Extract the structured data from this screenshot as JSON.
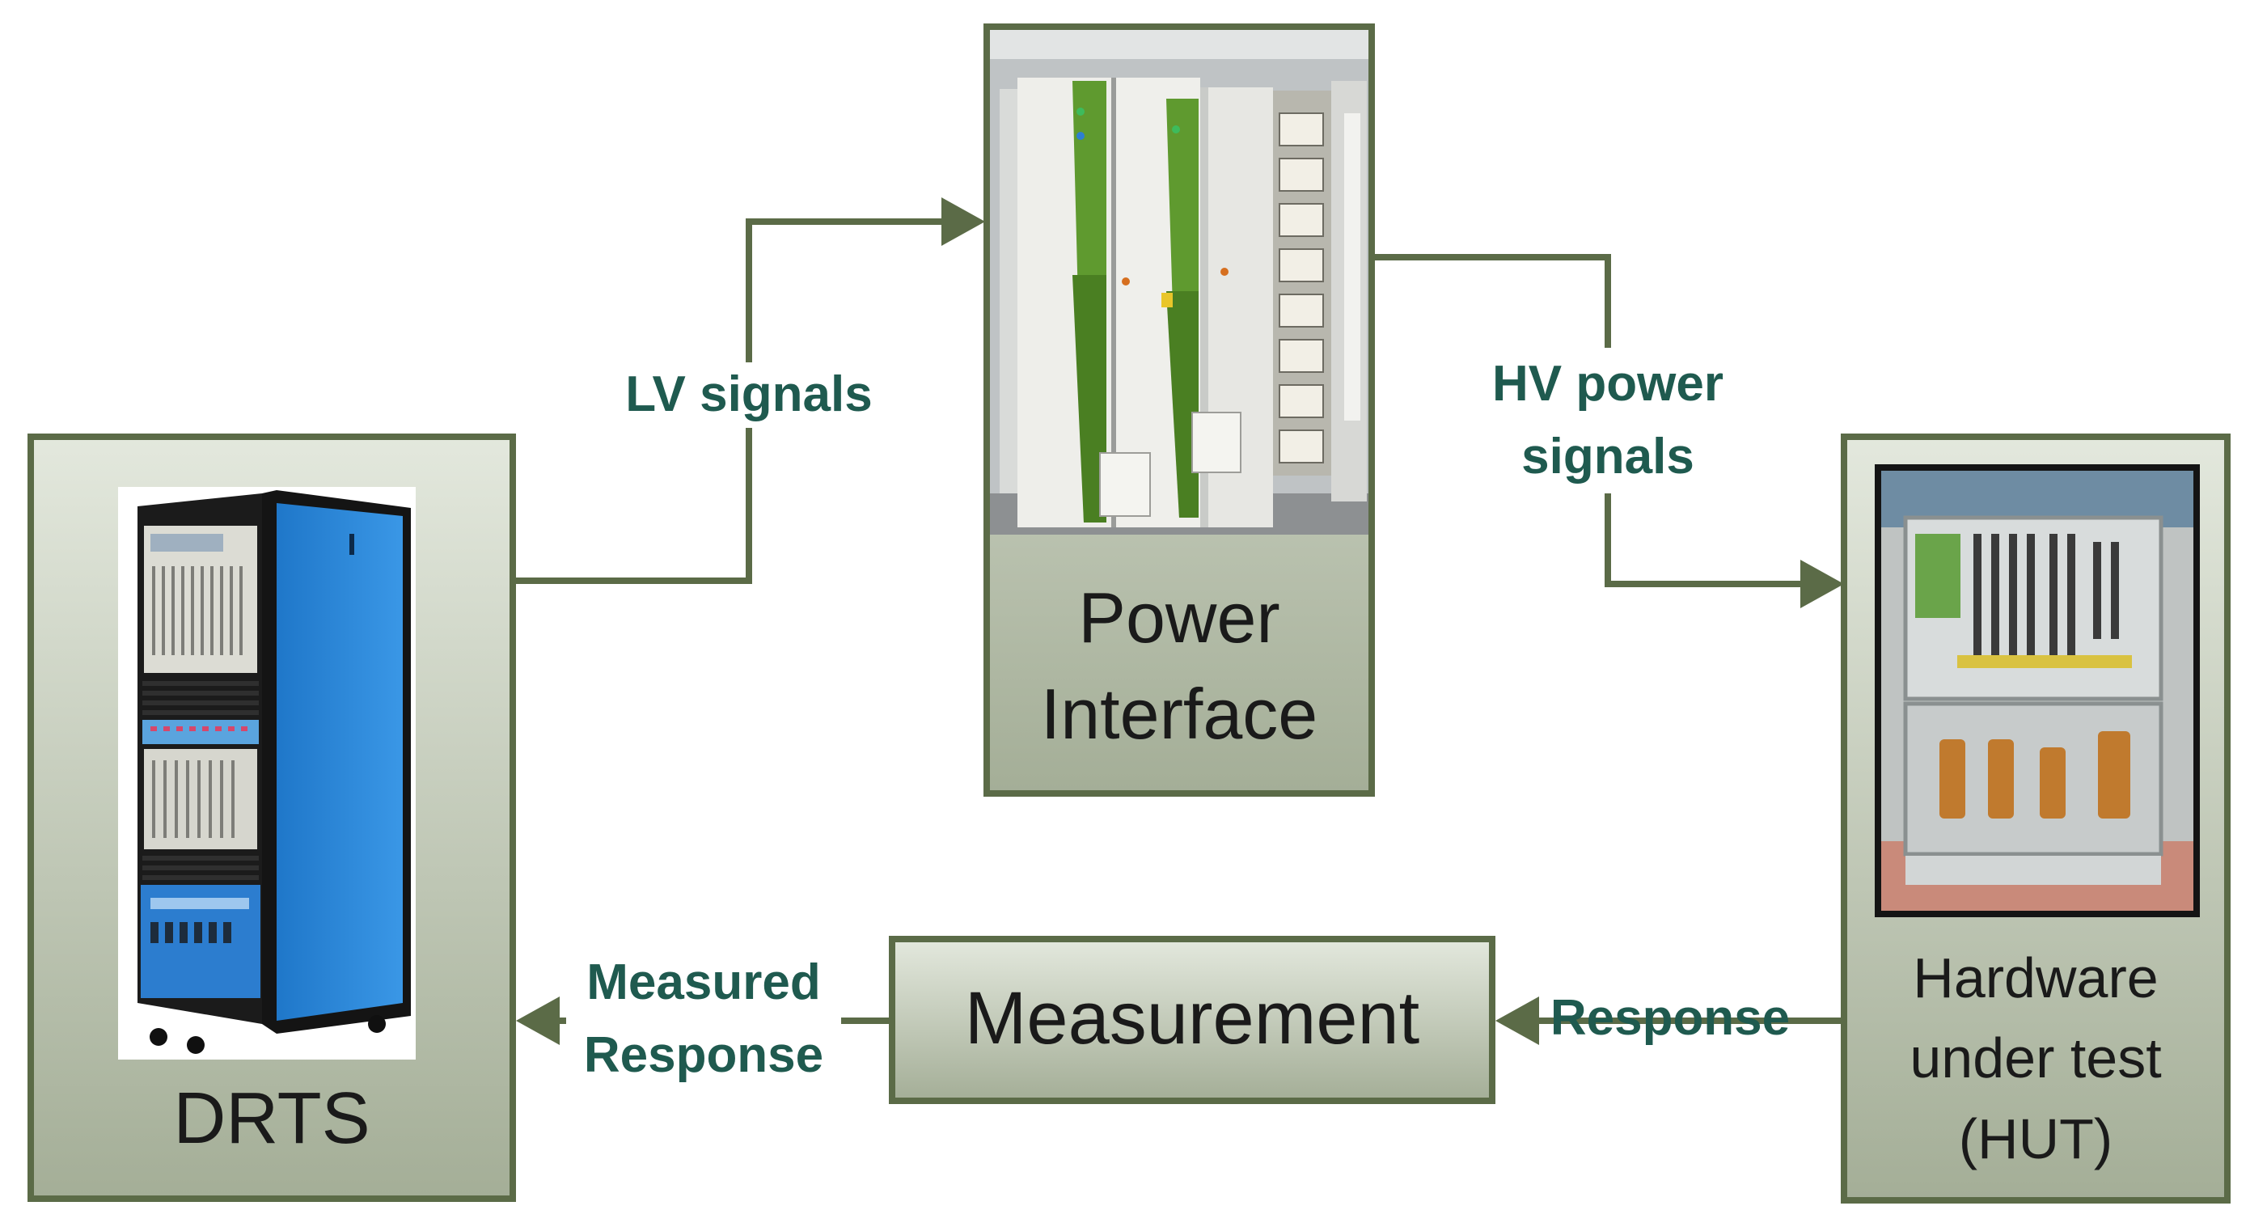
{
  "colors": {
    "box_border": "#5b6b47",
    "box_fill_top": "#e3e8dd",
    "box_fill_bottom": "#a4ae97",
    "arrow": "#5b6b47",
    "edge_text": "#1f5a4f",
    "node_text": "#1a1a1a"
  },
  "nodes": {
    "drts": {
      "label": "DRTS",
      "photo": "drts-rack-photo"
    },
    "power_interface": {
      "line1": "Power",
      "line2": "Interface",
      "photo": "power-cabinet-photo"
    },
    "hut": {
      "line1": "Hardware",
      "line2": "under test",
      "line3": "(HUT)",
      "photo": "hut-hardware-photo"
    },
    "measurement": {
      "label": "Measurement"
    }
  },
  "edges": {
    "lv": {
      "label": "LV signals"
    },
    "hv": {
      "line1": "HV power",
      "line2": "signals"
    },
    "response": {
      "label": "Response"
    },
    "measured": {
      "line1": "Measured",
      "line2": "Response"
    }
  }
}
